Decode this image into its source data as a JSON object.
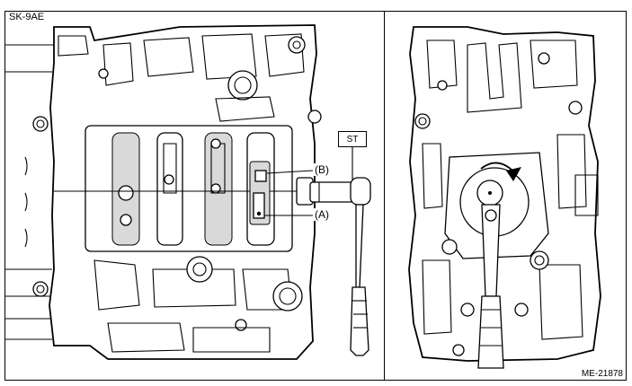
{
  "figure": {
    "code_top": "SK-9AE",
    "code_bottom": "ME-21878"
  },
  "left_panel": {
    "tool_label": "ST",
    "callout_b": "(B)",
    "callout_a": "(A)"
  },
  "right_panel": {
    "rotation_arrow": "clockwise-rotation-arrow"
  }
}
